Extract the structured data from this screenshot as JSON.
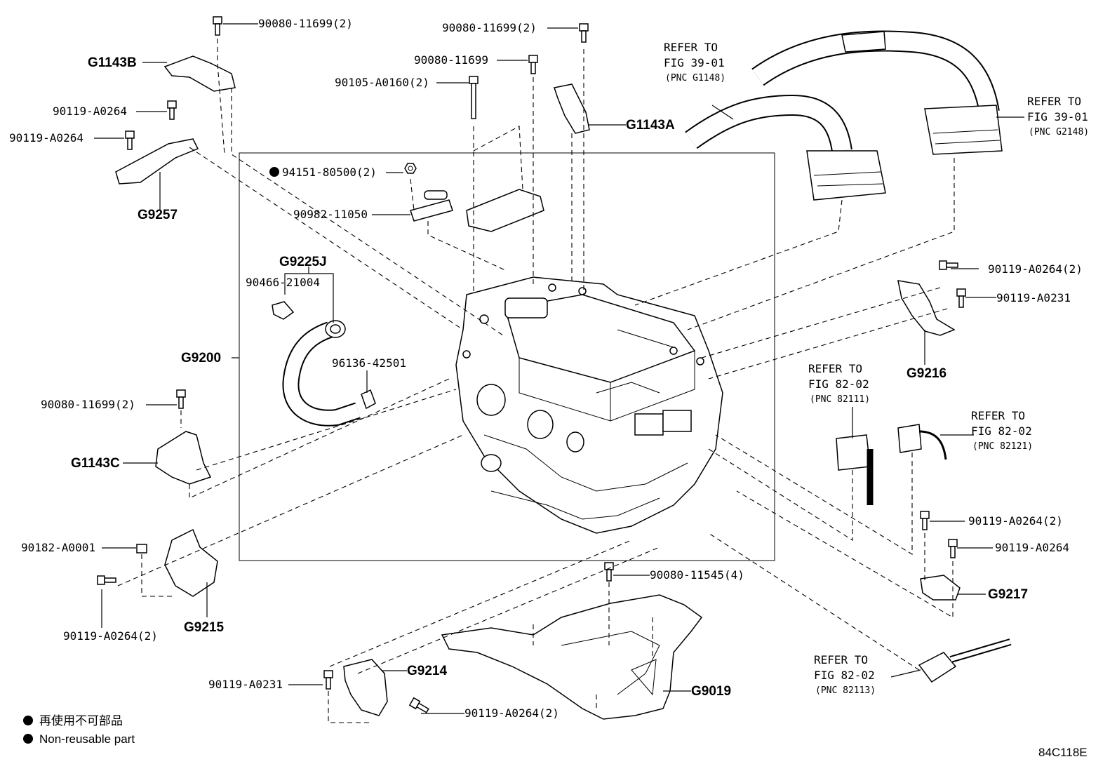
{
  "diagram_id": "84C118E",
  "legend": {
    "line1": "再使用不可部品",
    "line2": "Non-reusable part"
  },
  "labels": {
    "bolt_top_left": "90080-11699(2)",
    "bolt_top_center": "90080-11699(2)",
    "bolt_center": "90080-11699",
    "bolt_90105": "90105-A0160(2)",
    "g1143b": "G1143B",
    "g1143a": "G1143A",
    "bolt_90119_a": "90119-A0264",
    "bolt_90119_b": "90119-A0264",
    "g9257": "G9257",
    "nut_94151": "94151-80500(2)",
    "part_90982": "90982-11050",
    "g9225j": "G9225J",
    "part_90466": "90466-21004",
    "g9200": "G9200",
    "clip_96136": "96136-42501",
    "bolt_left_mid": "90080-11699(2)",
    "g1143c": "G1143C",
    "nut_90182": "90182-A0001",
    "bolt_g9215": "90119-A0264(2)",
    "g9215": "G9215",
    "bolt_90080_11545": "90080-11545(4)",
    "g9214": "G9214",
    "bolt_90119_a0231_bottom": "90119-A0231",
    "bolt_90119_bottom": "90119-A0264(2)",
    "g9019": "G9019",
    "bolt_right_1": "90119-A0264(2)",
    "bolt_right_2": "90119-A0231",
    "g9216": "G9216",
    "bolt_right_3": "90119-A0264(2)",
    "bolt_right_4": "90119-A0264",
    "g9217": "G9217"
  },
  "refs": {
    "fig39_g1148": {
      "l1": "REFER TO",
      "l2": "FIG 39-01",
      "l3": "(PNC G1148)"
    },
    "fig39_g2148": {
      "l1": "REFER TO",
      "l2": "FIG 39-01",
      "l3": "(PNC G2148)"
    },
    "fig82_82111": {
      "l1": "REFER TO",
      "l2": "FIG 82-02",
      "l3": "(PNC 82111)"
    },
    "fig82_82121": {
      "l1": "REFER TO",
      "l2": "FIG 82-02",
      "l3": "(PNC 82121)"
    },
    "fig82_82113": {
      "l1": "REFER TO",
      "l2": "FIG 82-02",
      "l3": "(PNC 82113)"
    }
  }
}
